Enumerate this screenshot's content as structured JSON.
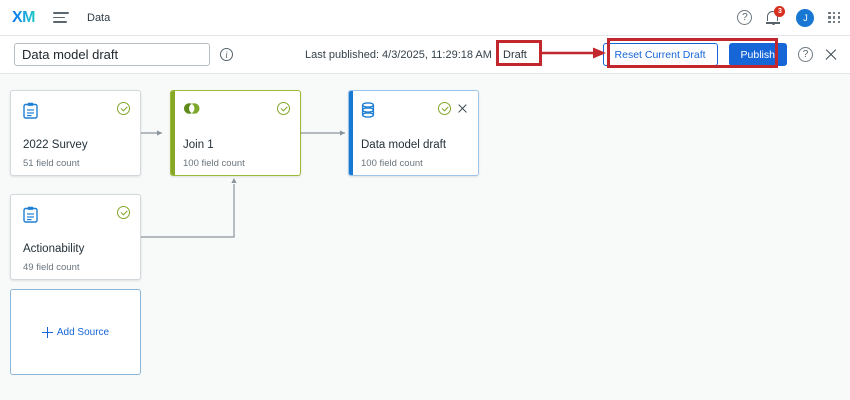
{
  "topnav": {
    "logo": "XM",
    "menu_icon": "hamburger-icon",
    "breadcrumb": "Data",
    "help_label": "?",
    "notifications_count": "3",
    "avatar_initial": "J",
    "apps_icon": "grid-icon"
  },
  "toolbar": {
    "title_value": "Data model draft",
    "title_placeholder": "Data model draft",
    "info_label": "i",
    "last_published": "Last published: 4/3/2025, 11:29:18 AM",
    "status_badge": "Draft",
    "reset_label": "Reset Current Draft",
    "publish_label": "Publish",
    "help_label": "?",
    "close_icon": "close-icon"
  },
  "canvas": {
    "nodes": [
      {
        "id": "survey-2022",
        "icon": "clipboard-icon",
        "title": "2022 Survey",
        "subtitle": "51 field count",
        "status": "complete"
      },
      {
        "id": "join-1",
        "icon": "venn-join-icon",
        "title": "Join 1",
        "subtitle": "100 field count",
        "status": "complete"
      },
      {
        "id": "data-model-draft",
        "icon": "database-icon",
        "title": "Data model draft",
        "subtitle": "100 field count",
        "status": "complete"
      },
      {
        "id": "actionability",
        "icon": "clipboard-icon",
        "title": "Actionability",
        "subtitle": "49 field count",
        "status": "complete"
      }
    ],
    "add_source_label": "Add Source",
    "add_source_icon": "plus-icon"
  },
  "colors": {
    "accent_blue": "#1666d8",
    "green_check": "#83a72c",
    "join_border": "#9cbb35",
    "selected_border": "#1779d4",
    "annotation_red": "#c1272d",
    "badge_red": "#d6301f"
  }
}
